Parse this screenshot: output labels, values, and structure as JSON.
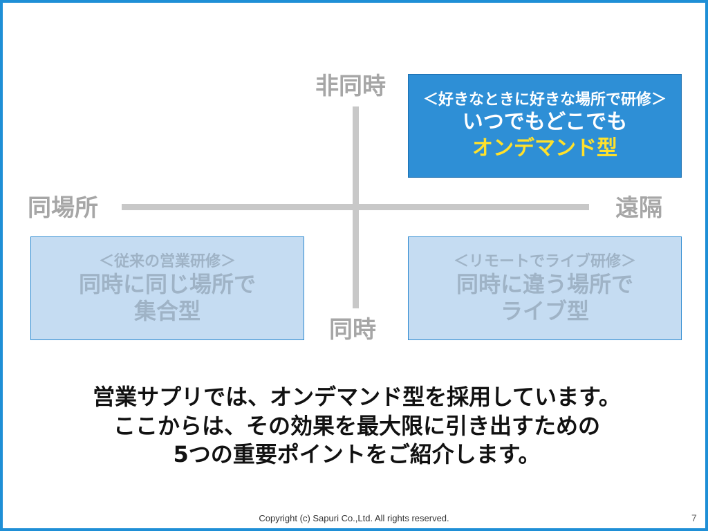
{
  "axes": {
    "top": "非同時",
    "bottom": "同時",
    "left": "同場所",
    "right": "遠隔"
  },
  "quadrants": {
    "top_right": {
      "heading": "＜好きなときに好きな場所で研修＞",
      "line1": "いつでもどこでも",
      "line2": "オンデマンド型"
    },
    "bottom_left": {
      "heading": "＜従来の営業研修＞",
      "line1": "同時に同じ場所で",
      "line2": "集合型"
    },
    "bottom_right": {
      "heading": "＜リモートでライブ研修＞",
      "line1": "同時に違う場所で",
      "line2": "ライブ型"
    }
  },
  "message": {
    "line1": "営業サプリでは、オンデマンド型を採用しています。",
    "line2": "ここからは、その効果を最大限に引き出すための",
    "line3": "5つの重要ポイントをご紹介します。"
  },
  "footer": {
    "copyright": "Copyright (c) Sapuri Co.,Ltd. All rights reserved.",
    "page_number": "7"
  },
  "colors": {
    "frame": "#1f8fd6",
    "active_box": "#2e8fd6",
    "accent_text": "#ffe12b",
    "faded_box": "#c5dcf2",
    "axis": "#c8c8c8",
    "axis_label": "#a6a6a6"
  }
}
